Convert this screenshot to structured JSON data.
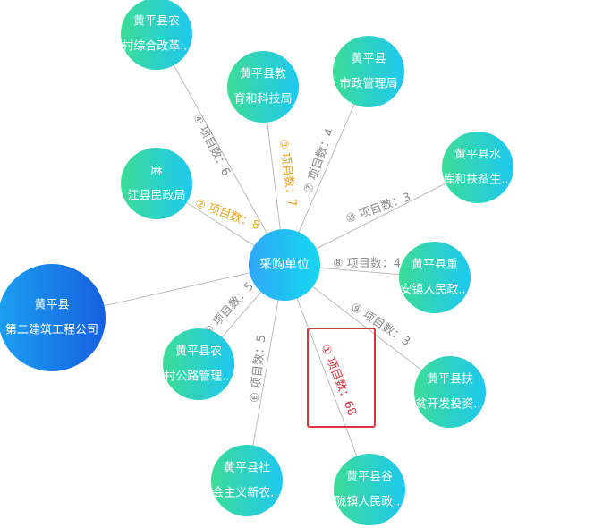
{
  "center": {
    "label": "采购单位"
  },
  "colors": {
    "edge": "#bbbbbb",
    "label_default": "#8a8a8a",
    "label_orange": "#e8a21a",
    "label_red": "#d9363e",
    "highlight_box": "#d9363e",
    "node_green": "#3ddc97",
    "node_cyan": "#1ec8f0",
    "center_blue": "#1ea7f5",
    "big_blue": "#1978e6"
  },
  "nodes": [
    {
      "id": "n4",
      "line1": "黄平县农",
      "line2": "村综合改革...",
      "label": "④ 项目数：6",
      "label_color": "default"
    },
    {
      "id": "n3",
      "line1": "黄平县教",
      "line2": "育和科技局",
      "label": "③ 项目数：7",
      "label_color": "orange"
    },
    {
      "id": "n7",
      "line1": "黄平县",
      "line2": "市政管理局",
      "label": "⑦ 项目数：4",
      "label_color": "default"
    },
    {
      "id": "n10",
      "line1": "黄平县水",
      "line2": "库和扶贫生...",
      "label": "⑩ 项目数：3",
      "label_color": "default"
    },
    {
      "id": "n2",
      "line1": "麻",
      "line2": "江县民政局",
      "label": "② 项目数：8",
      "label_color": "orange"
    },
    {
      "id": "n8",
      "line1": "黄平县重",
      "line2": "安镇人民政...",
      "label": "⑧ 项目数：4",
      "label_color": "default"
    },
    {
      "id": "nbig",
      "line1": "黄平县",
      "line2": "第二建筑工程公司",
      "label": "",
      "label_color": "default"
    },
    {
      "id": "n5",
      "line1": "黄平县农",
      "line2": "村公路管理...",
      "label": "⑤ 项目数：5",
      "label_color": "default"
    },
    {
      "id": "n9",
      "line1": "黄平县扶",
      "line2": "贫开发投资...",
      "label": "⑨ 项目数：3",
      "label_color": "default"
    },
    {
      "id": "n1",
      "line1": "黄平县谷",
      "line2": "陇镇人民政...",
      "label": "① 项目数：68",
      "label_color": "red"
    },
    {
      "id": "n6",
      "line1": "黄平县社",
      "line2": "会主义新农...",
      "label": "⑥ 项目数：5",
      "label_color": "default"
    }
  ]
}
